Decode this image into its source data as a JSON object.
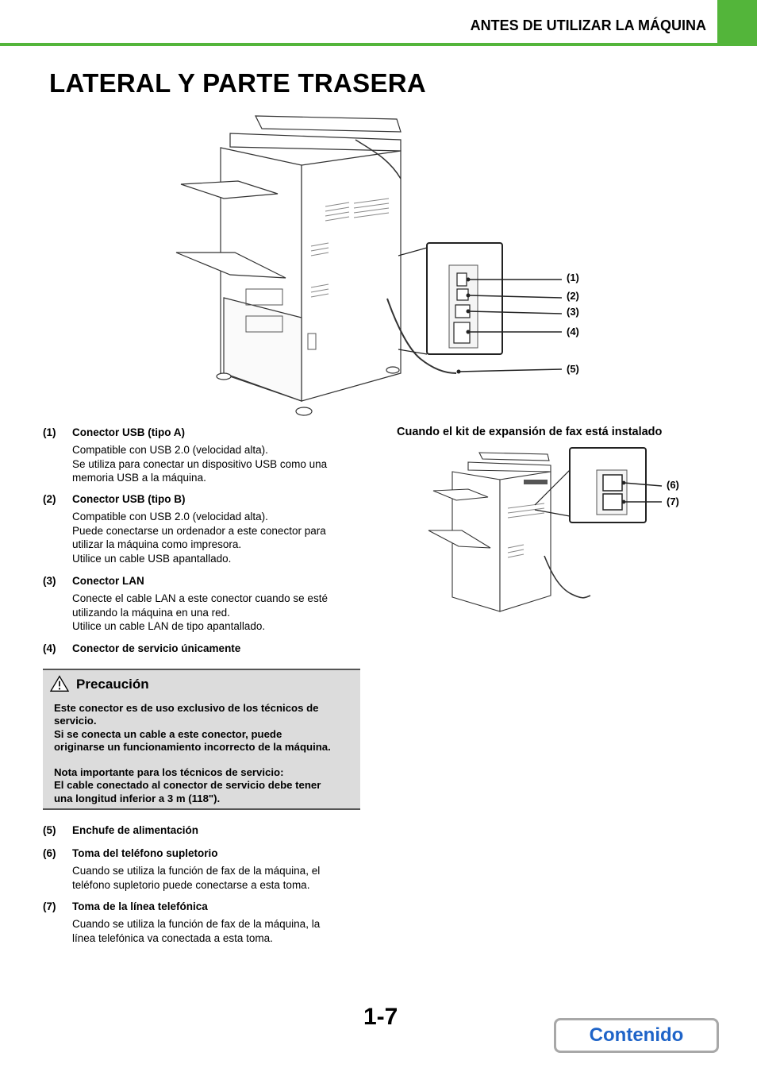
{
  "header": {
    "section_title": "ANTES DE UTILIZAR LA MÁQUINA"
  },
  "page": {
    "title": "LATERAL Y PARTE TRASERA",
    "number": "1-7",
    "contents_label": "Contenido"
  },
  "callouts": {
    "c1": "(1)",
    "c2": "(2)",
    "c3": "(3)",
    "c4": "(4)",
    "c5": "(5)",
    "c6": "(6)",
    "c7": "(7)"
  },
  "items": [
    {
      "num": "(1)",
      "name": "Conector USB (tipo A)",
      "desc": [
        "Compatible con USB 2.0 (velocidad alta).",
        "Se utiliza para conectar un dispositivo USB como una",
        "memoria USB a la máquina."
      ]
    },
    {
      "num": "(2)",
      "name": "Conector USB (tipo B)",
      "desc": [
        "Compatible con USB 2.0 (velocidad alta).",
        "Puede conectarse un ordenador a este conector para",
        "utilizar la máquina como impresora.",
        "Utilice un cable USB apantallado."
      ]
    },
    {
      "num": "(3)",
      "name": "Conector LAN",
      "desc": [
        "Conecte el cable LAN a este conector cuando se esté",
        "utilizando la máquina en una red.",
        "Utilice un cable LAN de tipo apantallado."
      ]
    },
    {
      "num": "(4)",
      "name": "Conector de servicio únicamente",
      "desc": []
    },
    {
      "num": "(5)",
      "name": "Enchufe de alimentación",
      "desc": []
    },
    {
      "num": "(6)",
      "name": "Toma del teléfono supletorio",
      "desc": [
        "Cuando se utiliza la función de fax de la máquina, el",
        "teléfono supletorio puede conectarse a esta toma."
      ]
    },
    {
      "num": "(7)",
      "name": "Toma de la línea telefónica",
      "desc": [
        "Cuando se utiliza la función de fax de la máquina, la",
        "línea telefónica va conectada a esta toma."
      ]
    }
  ],
  "caution": {
    "title": "Precaución",
    "para1": [
      "Este conector es de uso exclusivo de los técnicos de",
      "servicio.",
      "Si se conecta un cable a este conector, puede",
      "originarse un funcionamiento incorrecto de la máquina."
    ],
    "para2": [
      "Nota importante para los técnicos de servicio:",
      "El cable conectado al conector de servicio debe tener",
      "una longitud inferior a 3 m (118\")."
    ]
  },
  "fax_caption": "Cuando el kit de expansión de fax está instalado",
  "colors": {
    "accent": "#53b53a",
    "contents_text": "#1f64c8",
    "caution_bg": "#dcdcdc"
  },
  "icons": {
    "caution": "warning-triangle-icon"
  }
}
